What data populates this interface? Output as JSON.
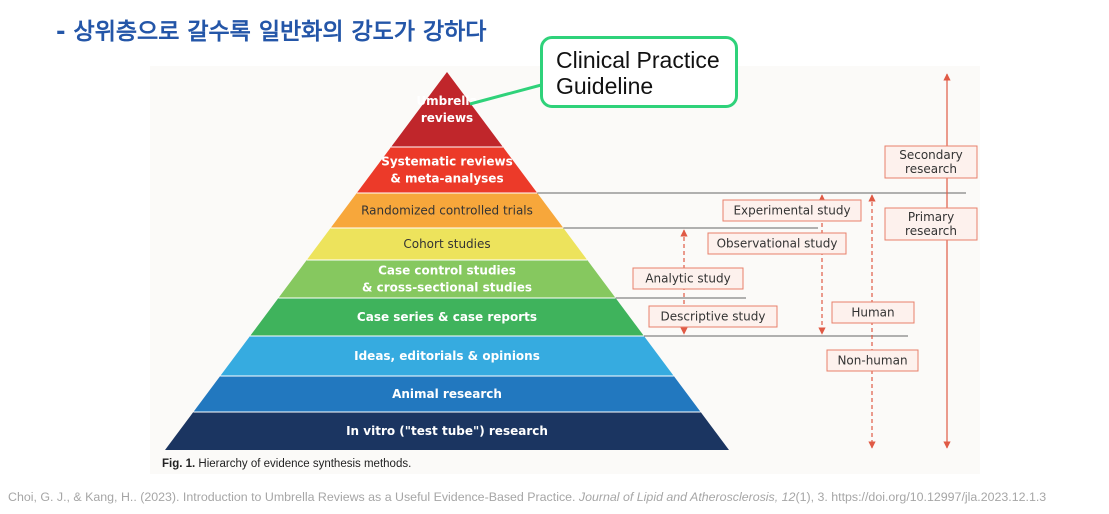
{
  "heading": "- 상위층으로 갈수록 일반화의 강도가 강하다",
  "callout": {
    "line1": "Clinical Practice",
    "line2": "Guideline"
  },
  "pyramid": [
    {
      "lines": [
        "Umbrella",
        "reviews"
      ],
      "color": "#c0262b"
    },
    {
      "lines": [
        "Systematic reviews",
        "& meta-analyses"
      ],
      "color": "#ec3a29"
    },
    {
      "lines": [
        "Randomized controlled trials"
      ],
      "color": "#f7a73b"
    },
    {
      "lines": [
        "Cohort studies"
      ],
      "color": "#ede35c"
    },
    {
      "lines": [
        "Case control studies",
        "& cross-sectional studies"
      ],
      "color": "#86c85f"
    },
    {
      "lines": [
        "Case series & case reports"
      ],
      "color": "#3fb35c"
    },
    {
      "lines": [
        "Ideas, editorials & opinions"
      ],
      "color": "#36abe0"
    },
    {
      "lines": [
        "Animal research"
      ],
      "color": "#2278bf"
    },
    {
      "lines": [
        "In vitro (\"test tube\") research"
      ],
      "color": "#1b3561"
    }
  ],
  "tags": {
    "experimental": "Experimental study",
    "observational": "Observational study",
    "analytic": "Analytic study",
    "descriptive": "Descriptive study",
    "human": "Human",
    "non_human": "Non-human",
    "secondary": [
      "Secondary",
      "research"
    ],
    "primary": [
      "Primary",
      "research"
    ]
  },
  "colors": {
    "tag_border": "#e8806a",
    "arrow": "#e05a45",
    "rule": "#666666"
  },
  "caption": {
    "label": "Fig. 1.",
    "text": " Hierarchy of evidence synthesis methods."
  },
  "citation": {
    "prefix": "Choi, G. J., & Kang, H.. (2023). Introduction to Umbrella Reviews as a Useful Evidence-Based Practice. ",
    "journal": "Journal of Lipid and Atherosclerosis, 12",
    "suffix": "(1), 3. https://doi.org/10.12997/jla.2023.12.1.3"
  }
}
